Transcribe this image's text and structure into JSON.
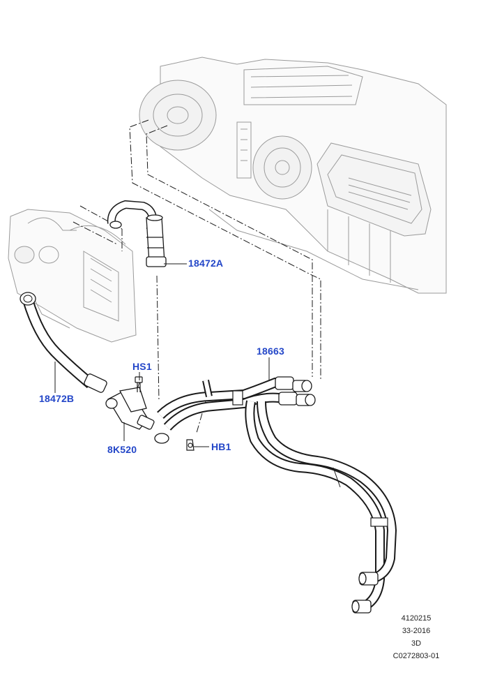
{
  "callouts": {
    "c18472A": "18472A",
    "c18663": "18663",
    "cHS1": "HS1",
    "c18472B": "18472B",
    "c8K520": "8K520",
    "cHB1": "HB1"
  },
  "colors": {
    "callout": "#2346c8",
    "line": "#1a1a1a",
    "ghost": "#9a9a9a"
  },
  "stamp": {
    "line1": "4120215",
    "line2": "33-2016",
    "line3": "3D",
    "line4": "C0272803-01"
  }
}
